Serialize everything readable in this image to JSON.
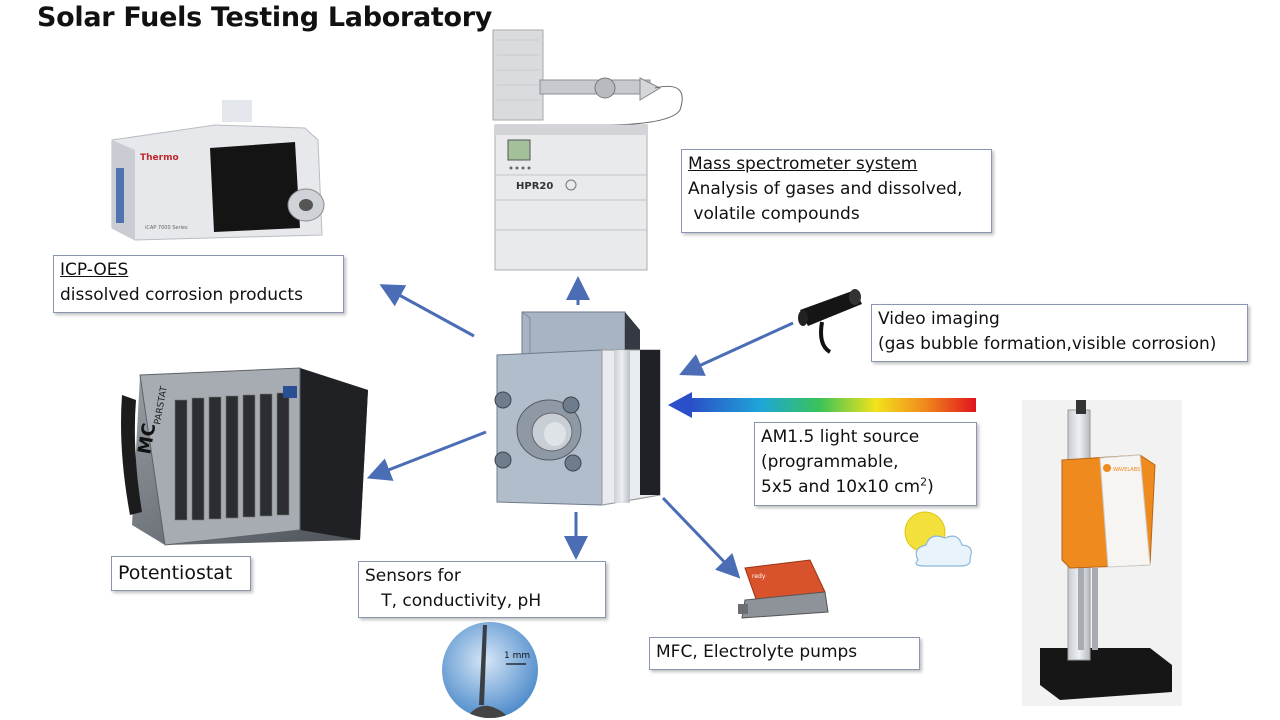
{
  "title": "Solar Fuels Testing Laboratory",
  "labels": {
    "mass_spec": {
      "heading": "Mass spectrometer system",
      "line1": "Analysis of gases and dissolved,",
      "line2": " volatile compounds"
    },
    "icp": {
      "heading": "ICP-OES",
      "line1": "dissolved corrosion products"
    },
    "video": {
      "line1": "Video imaging",
      "line2": "(gas bubble formation,visible corrosion)"
    },
    "light": {
      "line1": "AM1.5 light source",
      "line2": "(programmable,",
      "line3_pre": "5x5 and 10x10 cm",
      "line3_sup": "2",
      "line3_post": ")"
    },
    "potentiostat": "Potentiostat",
    "sensors": {
      "line1": "Sensors for",
      "line2": "   T, conductivity, pH"
    },
    "mfc": "MFC, Electrolyte pumps"
  },
  "device_text": {
    "thermo_brand": "Thermo",
    "thermo_model": "iCAP 7000 Series",
    "hpr20": "HPR20",
    "parstat": "PARSTAT",
    "mc": "MC",
    "wavelabs": "WAVELABS",
    "redy": "redy",
    "scale_bar": "1 mm"
  },
  "colors": {
    "arrow": "#4a6db5",
    "box_border": "#8a96b0",
    "spectrum_start": "#2a4fc8",
    "spectrum_end": "#e0141e",
    "cell": "#a8b4c4",
    "light_housing": "#ef8a1e"
  }
}
